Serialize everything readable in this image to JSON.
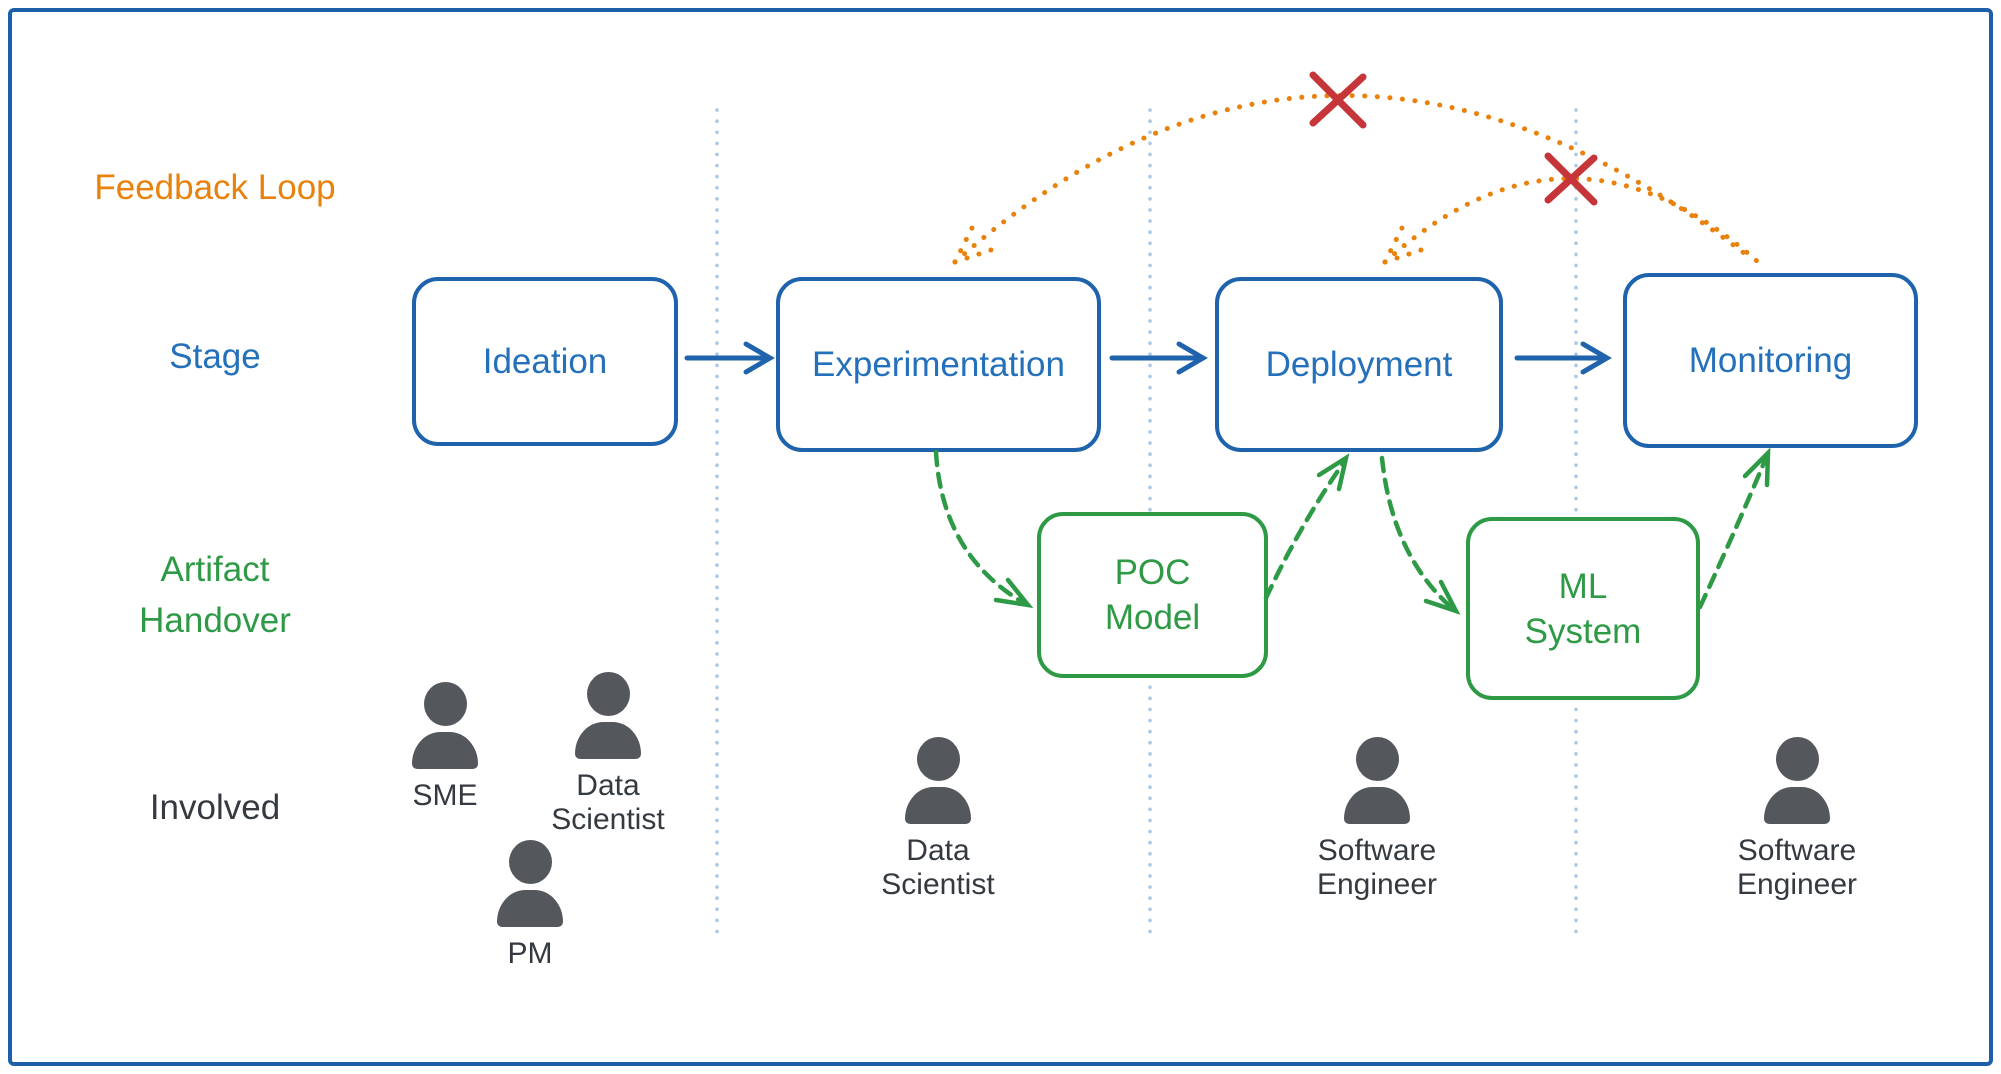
{
  "colors": {
    "frame_blue": "#1D5FA9",
    "blue_border": "#1F63AD",
    "blue_text": "#2470BA",
    "orange": "#E8820C",
    "green": "#2E9A46",
    "red": "#C5353A",
    "gray_person": "#54575C",
    "dark_text": "#343A40",
    "dot_blue": "#A9C9E7"
  },
  "row_labels": {
    "feedback_loop": "Feedback Loop",
    "stage": "Stage",
    "artifact_handover": "Artifact\nHandover",
    "involved": "Involved"
  },
  "stages": [
    {
      "label": "Ideation"
    },
    {
      "label": "Experimentation"
    },
    {
      "label": "Deployment"
    },
    {
      "label": "Monitoring"
    }
  ],
  "artifacts": [
    {
      "label": "POC\nModel"
    },
    {
      "label": "ML\nSystem"
    }
  ],
  "people": [
    {
      "role": "SME"
    },
    {
      "role": "Data\nScientist"
    },
    {
      "role": "PM"
    },
    {
      "role": "Data\nScientist"
    },
    {
      "role": "Software\nEngineer"
    },
    {
      "role": "Software\nEngineer"
    }
  ]
}
